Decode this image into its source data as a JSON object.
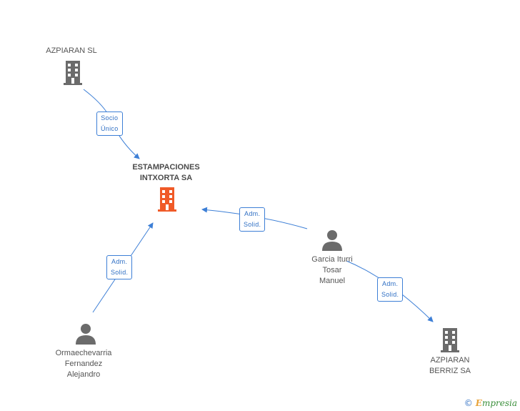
{
  "nodes": {
    "azpiaran_sl": {
      "name": "AZPIARAN SL"
    },
    "estampaciones": {
      "name_line1": "ESTAMPACIONES",
      "name_line2": "INTXORTA SA"
    },
    "garcia": {
      "line1": "Garcia Iturri",
      "line2": "Tosar",
      "line3": "Manuel"
    },
    "ormaechevarria": {
      "line1": "Ormaechevarria",
      "line2": "Fernandez",
      "line3": "Alejandro"
    },
    "azpiaran_berriz": {
      "line1": "AZPIARAN",
      "line2": "BERRIZ SA"
    }
  },
  "edges": {
    "socio_unico": {
      "line1": "Socio",
      "line2": "Único"
    },
    "adm_garcia_estamp": {
      "line1": "Adm.",
      "line2": "Solid."
    },
    "adm_ormae_estamp": {
      "line1": "Adm.",
      "line2": "Solid."
    },
    "adm_garcia_berriz": {
      "line1": "Adm.",
      "line2": "Solid."
    }
  },
  "watermark": {
    "symbol": "©",
    "brand_initial": "E",
    "brand_rest": "mpresia"
  },
  "colors": {
    "edge": "#3d7fd6",
    "building": "#6b6b6b",
    "building_main": "#f05a28",
    "person": "#6b6b6b"
  }
}
